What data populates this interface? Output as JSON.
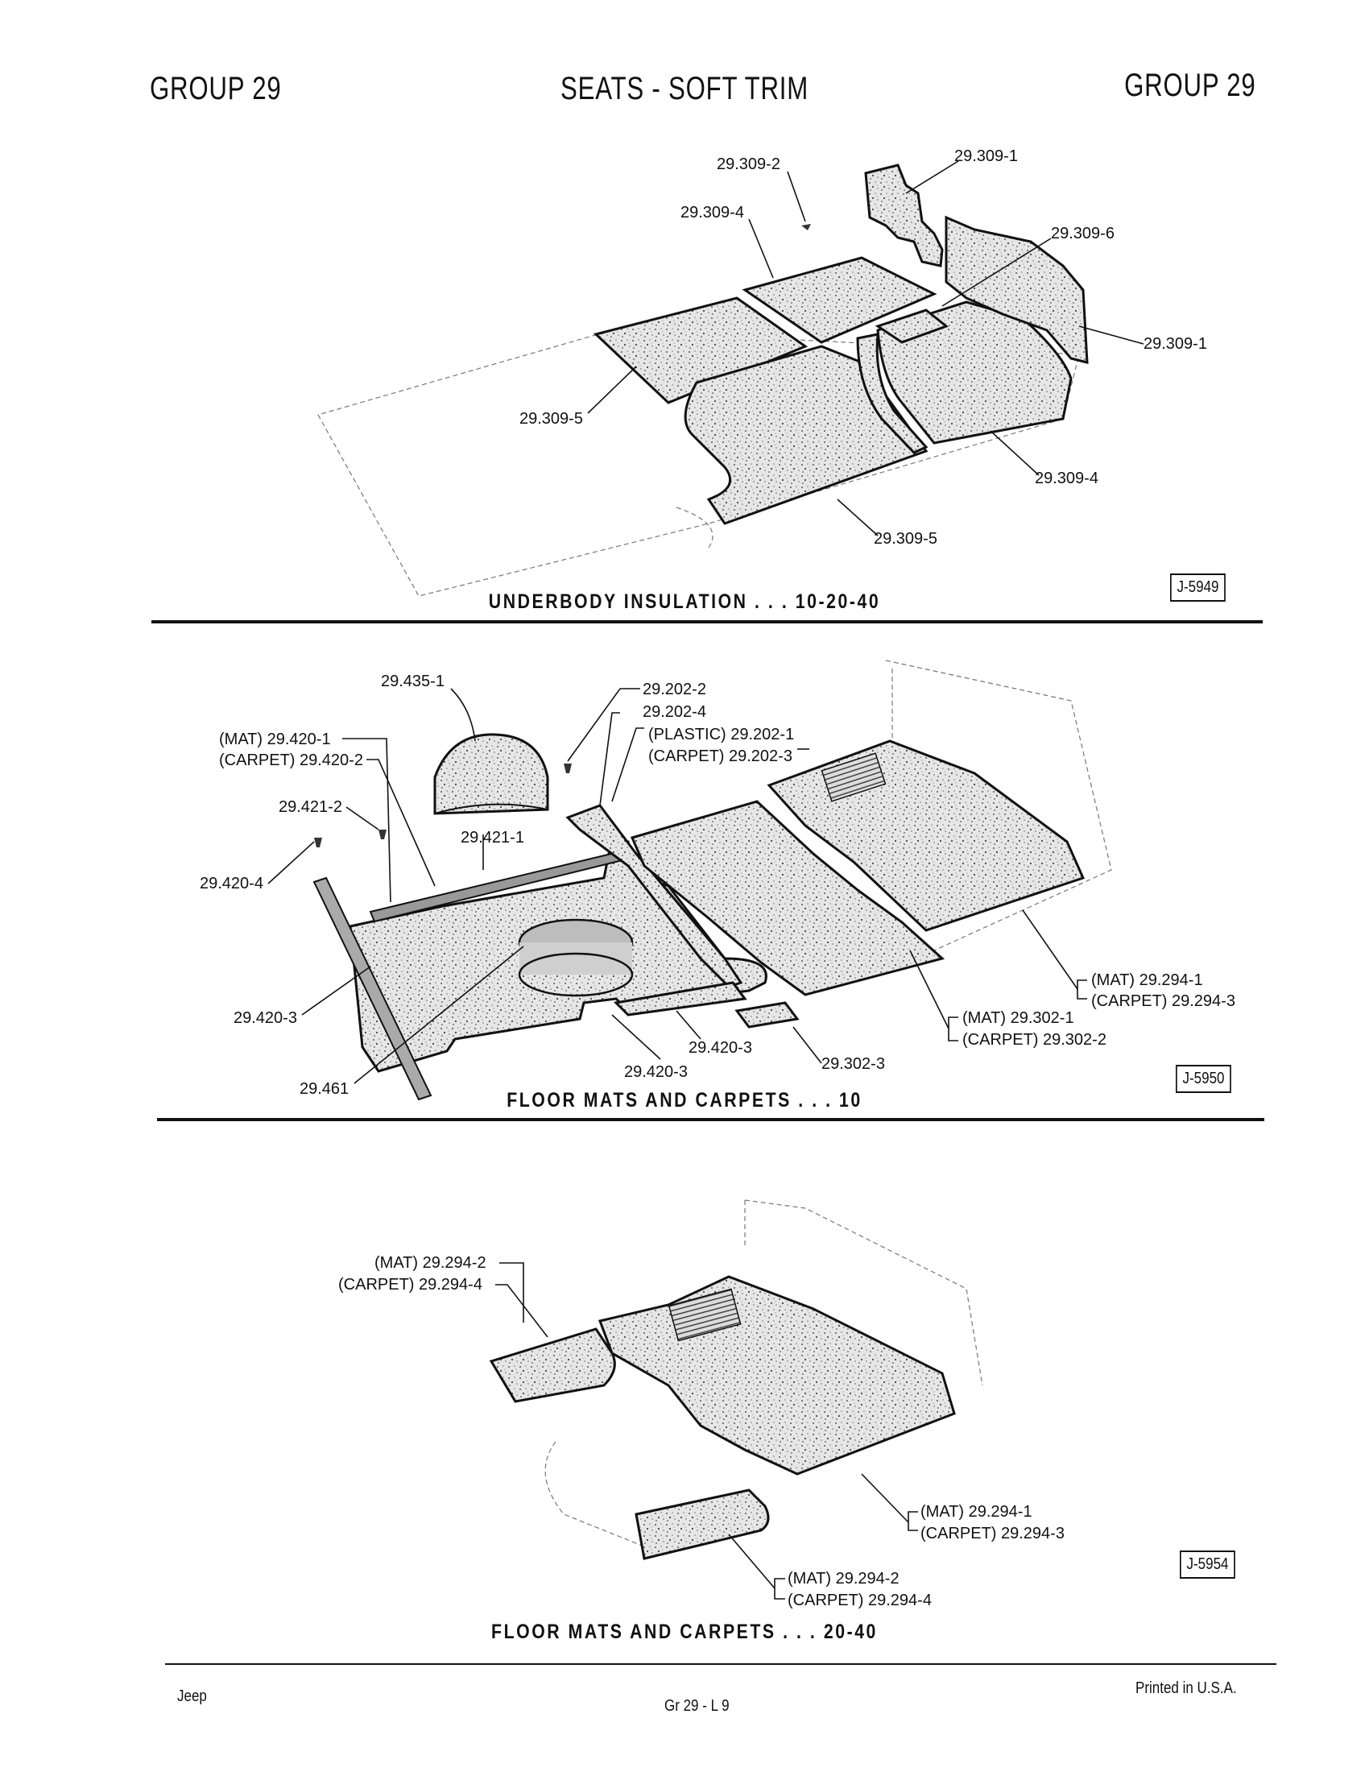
{
  "header": {
    "left": "GROUP 29",
    "title": "SEATS - SOFT TRIM",
    "right": "GROUP 29"
  },
  "section1": {
    "caption": "UNDERBODY INSULATION . . . 10-20-40",
    "figure_id": "J-5949",
    "callouts": [
      "29.309-2",
      "29.309-1",
      "29.309-4",
      "29.309-6",
      "29.309-1",
      "29.309-5",
      "29.309-4",
      "29.309-5"
    ]
  },
  "section2": {
    "caption": "FLOOR MATS AND CARPETS . . . 10",
    "figure_id": "J-5950",
    "callouts": [
      "29.435-1",
      "29.202-2",
      "29.202-4",
      "(PLASTIC) 29.202-1",
      "(CARPET) 29.202-3",
      "(MAT) 29.420-1",
      "(CARPET) 29.420-2",
      "29.421-2",
      "29.421-1",
      "29.420-4",
      "(MAT) 29.294-1",
      "(CARPET) 29.294-3",
      "29.420-3",
      "(MAT) 29.302-1",
      "(CARPET) 29.302-2",
      "29.420-3",
      "29.302-3",
      "29.420-3",
      "29.461"
    ]
  },
  "section3": {
    "caption": "FLOOR MATS AND CARPETS . . . 20-40",
    "figure_id": "J-5954",
    "callouts": [
      "(MAT) 29.294-2",
      "(CARPET) 29.294-4",
      "(MAT) 29.294-1",
      "(CARPET) 29.294-3",
      "(MAT) 29.294-2",
      "(CARPET) 29.294-4"
    ]
  },
  "footer": {
    "left": "Jeep",
    "center": "Gr 29 - L 9",
    "right": "Printed in U.S.A."
  }
}
